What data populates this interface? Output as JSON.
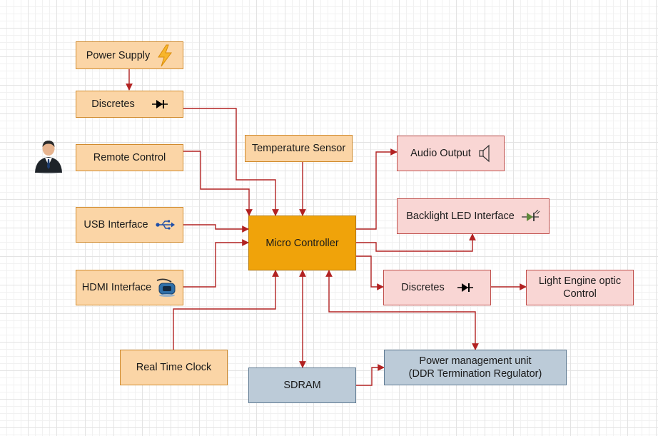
{
  "diagram": {
    "nodes": {
      "power_supply": "Power Supply",
      "discretes_top": "Discretes",
      "remote_control": "Remote Control",
      "usb_interface": "USB Interface",
      "hdmi_interface": "HDMI Interface",
      "real_time_clock": "Real Time Clock",
      "temperature_sensor": "Temperature Sensor",
      "micro_controller": "Micro Controller",
      "sdram": "SDRAM",
      "power_management_line1": "Power management unit",
      "power_management_line2": "(DDR Termination Regulator)",
      "audio_output": "Audio Output",
      "backlight_led": "Backlight LED Interface",
      "discretes_right": "Discretes",
      "light_engine_line1": "Light Engine optic",
      "light_engine_line2": "Control"
    },
    "icons": {
      "power_supply": "lightning-bolt",
      "discretes": "diode",
      "remote_control": "person",
      "usb": "usb-symbol",
      "hdmi": "hdmi-adapter",
      "audio": "speaker",
      "backlight": "led"
    },
    "colors": {
      "input_block": "#fbd5a6",
      "output_block": "#f9d6d4",
      "memory_block": "#bccbd8",
      "controller_block": "#f0a30a",
      "connector": "#b22222"
    }
  }
}
